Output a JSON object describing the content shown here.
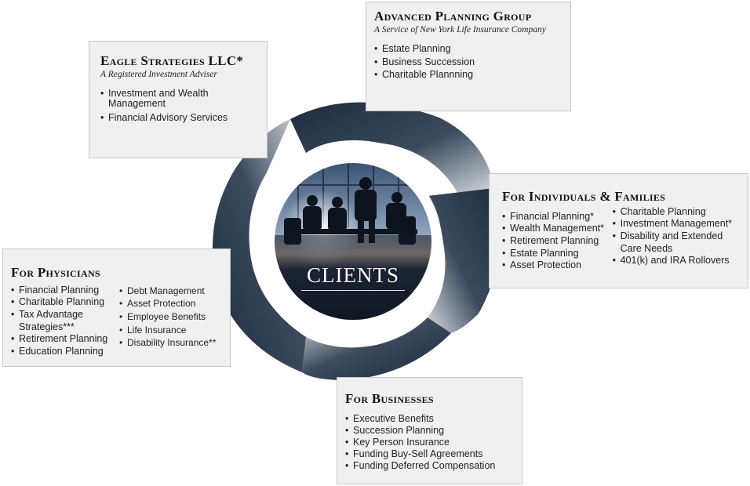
{
  "center": {
    "label": "CLIENTS"
  },
  "eagle": {
    "title": "Eagle Strategies LLC*",
    "subtitle": "A Registered Investment Adviser",
    "items": [
      "Investment and Wealth Management",
      "Financial Advisory Services"
    ]
  },
  "advanced": {
    "title": "Advanced Planning Group",
    "subtitle": "A Service of New York Life Insurance Company",
    "items": [
      "Estate Planning",
      "Business Succession",
      "Charitable Plannning"
    ]
  },
  "individuals": {
    "title": "For Individuals & Families",
    "col1": [
      "Financial Planning*",
      "Wealth Management*",
      "Retirement Planning",
      "Estate Planning",
      "Asset Protection"
    ],
    "col2": [
      "Charitable Planning",
      "Investment Management*",
      "Disability and Extended Care Needs",
      "401(k) and IRA Rollovers"
    ]
  },
  "physicians": {
    "title": "For Physicians",
    "col1": [
      "Financial Planning",
      "Charitable Planning",
      "Tax Advantage Strategies***",
      "Retirement Planning",
      "Education Planning"
    ],
    "col2": [
      "Debt Management",
      "Asset Protection",
      "Employee Benefits",
      "Life Insurance",
      "Disability Insurance**"
    ]
  },
  "businesses": {
    "title": "For Businesses",
    "items": [
      "Executive Benefits",
      "Succession Planning",
      "Key Person Insurance",
      "Funding Buy-Sell Agreements",
      "Funding Deferred Compensation"
    ]
  }
}
